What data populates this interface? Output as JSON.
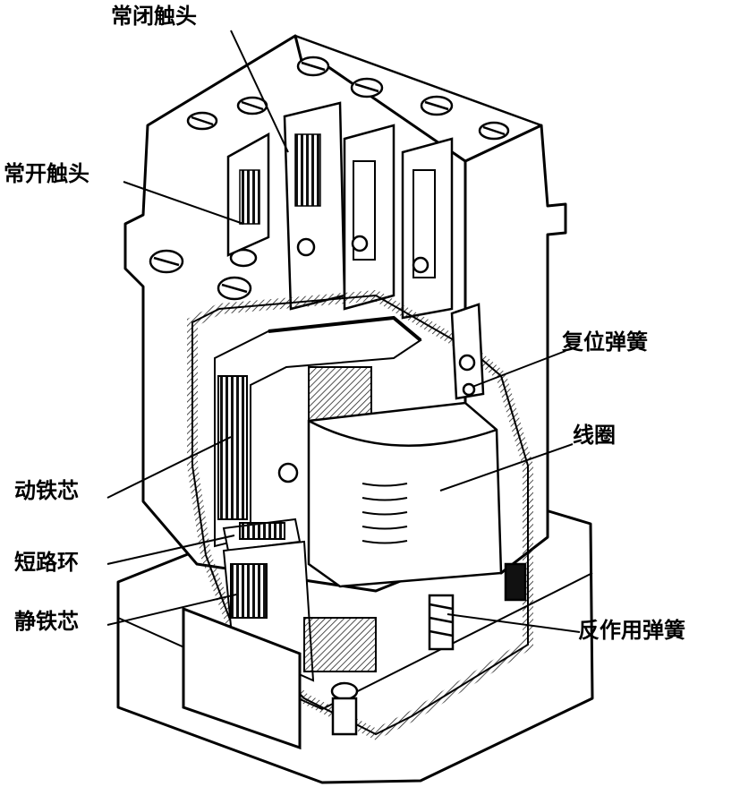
{
  "labels": {
    "normally_closed_contact": "常闭触头",
    "normally_open_contact": "常开触头",
    "reset_spring": "复位弹簧",
    "coil": "线圈",
    "moving_core": "动铁芯",
    "short_circuit_ring": "短路环",
    "static_core": "静铁芯",
    "reaction_spring": "反作用弹簧"
  },
  "colors": {
    "ink": "#000000",
    "paper": "#ffffff",
    "hatch": "#6e6e6e"
  }
}
